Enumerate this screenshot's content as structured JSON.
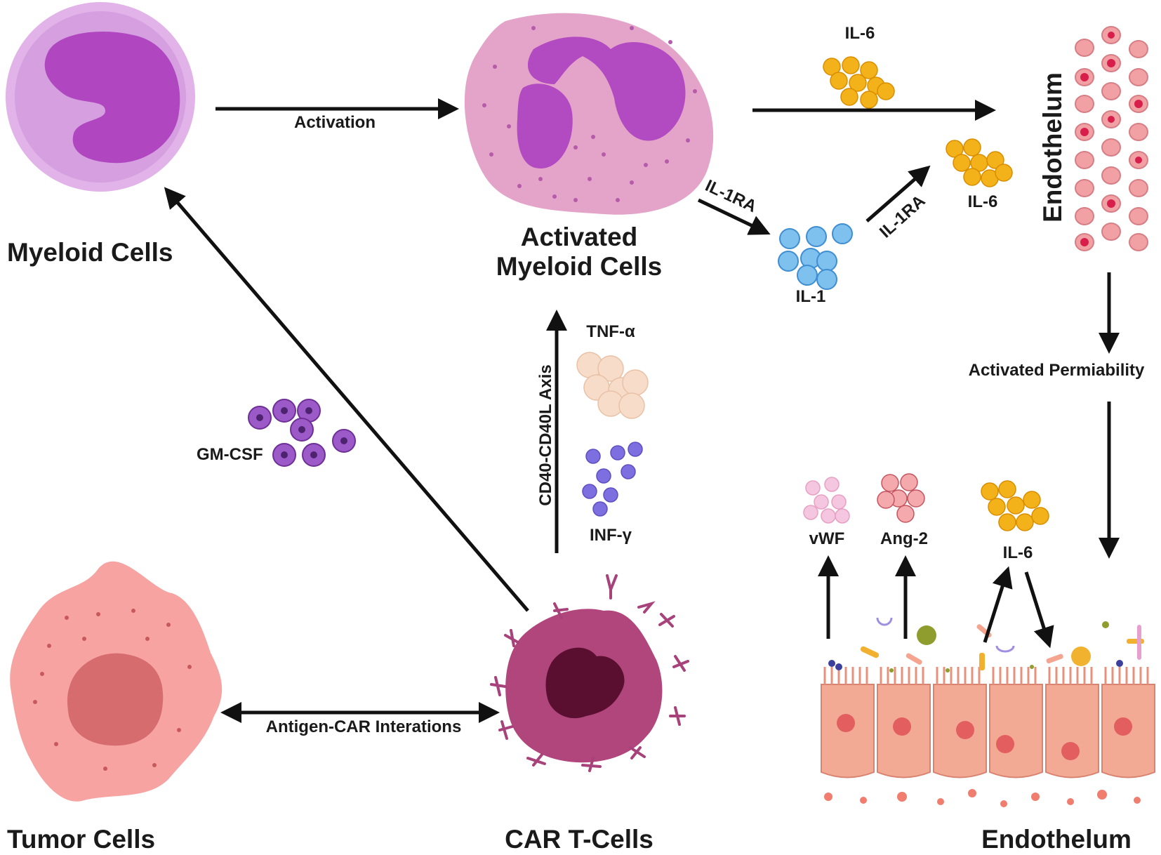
{
  "labels": {
    "myeloid_cells": "Myeloid Cells",
    "activated_line1": "Activated",
    "activated_line2": "Myeloid Cells",
    "tumor_cells": "Tumor Cells",
    "car_t_cells": "CAR T-Cells",
    "endothelum_bottom": "Endothelum",
    "endothelum_side": "Endothelum",
    "activation": "Activation",
    "antigen_car": "Antigen-CAR Interations",
    "gm_csf": "GM-CSF",
    "cd40_axis": "CD40-CD40L Axis",
    "tnf": "TNF-α",
    "inf": "INF-γ",
    "il6_top": "IL-6",
    "il6_mid": "IL-6",
    "il6_bottom": "IL-6",
    "il1": "IL-1",
    "il1ra_1": "IL-1RA",
    "il1ra_2": "IL-1RA",
    "activated_permeability": "Activated Permiability",
    "vwf": "vWF",
    "ang2": "Ang-2"
  },
  "colors": {
    "myeloid_membrane": "#d9a7e3",
    "myeloid_nucleus": "#b246c2",
    "activated_cytoplasm": "#e4a3c7",
    "tumor_body": "#f5a0a0",
    "tumor_nucleus": "#d66d70",
    "car_t_body": "#b0467b",
    "car_t_nucleus": "#5a0f31",
    "il6_cell": "#f4b419",
    "il1_cell": "#7ec1ee",
    "gm_csf_cell": "#9b59c8",
    "endothelium_cell": "#f1a994",
    "arrow": "#111111"
  }
}
